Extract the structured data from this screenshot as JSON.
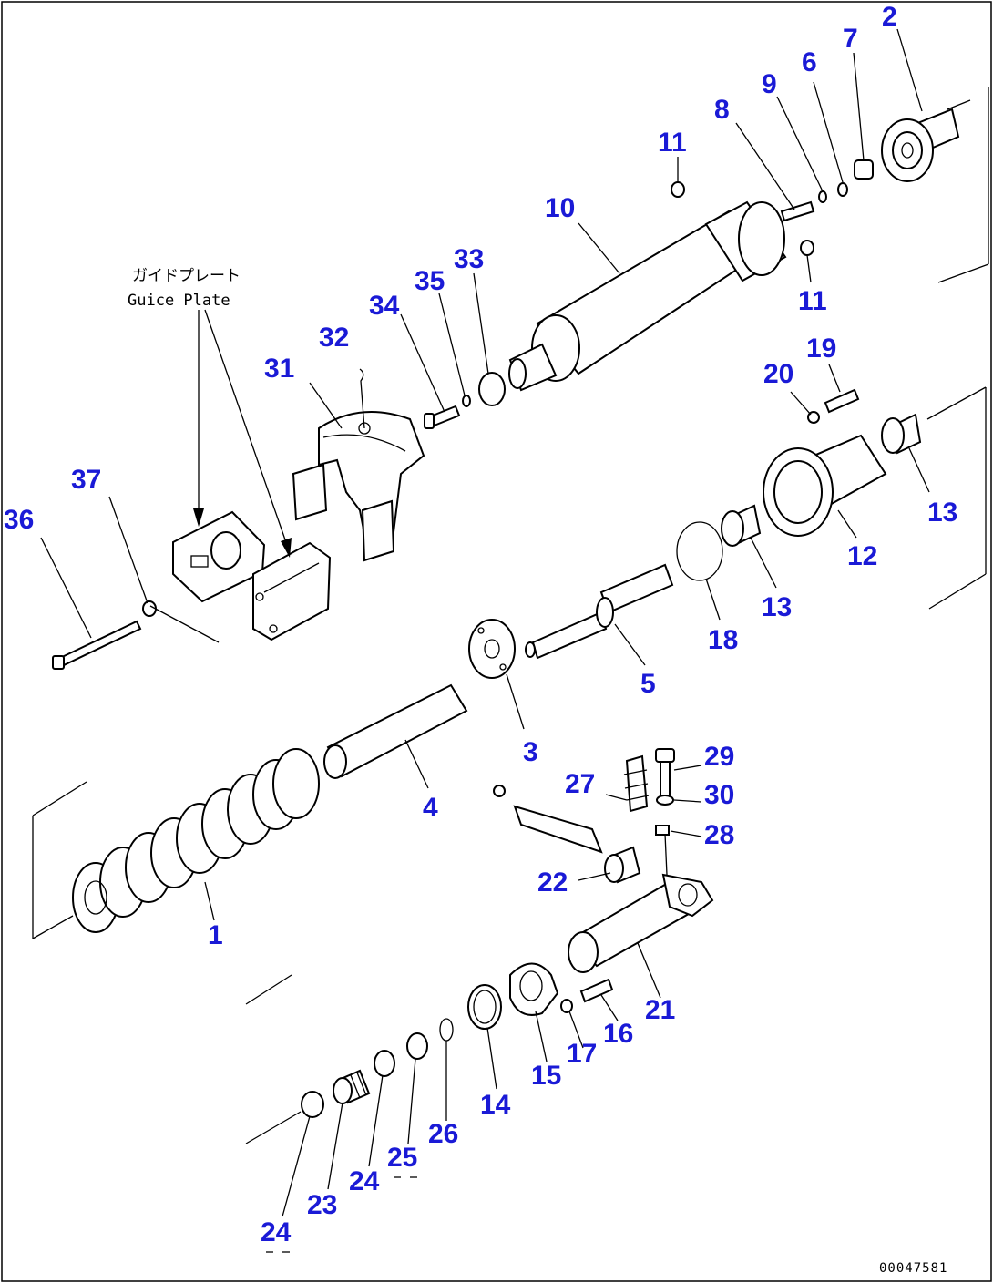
{
  "diagram": {
    "guide_plate_label_jp": "ガイドプレート",
    "guide_plate_label_en": "Guice Plate",
    "doc_number": "00047581",
    "callouts": [
      {
        "id": "c2",
        "text": "2"
      },
      {
        "id": "c7",
        "text": "7"
      },
      {
        "id": "c6",
        "text": "6"
      },
      {
        "id": "c9",
        "text": "9"
      },
      {
        "id": "c8",
        "text": "8"
      },
      {
        "id": "c11a",
        "text": "11"
      },
      {
        "id": "c10",
        "text": "10"
      },
      {
        "id": "c11b",
        "text": "11"
      },
      {
        "id": "c33",
        "text": "33"
      },
      {
        "id": "c35",
        "text": "35"
      },
      {
        "id": "c34",
        "text": "34"
      },
      {
        "id": "c32",
        "text": "32"
      },
      {
        "id": "c31",
        "text": "31"
      },
      {
        "id": "c19",
        "text": "19"
      },
      {
        "id": "c20",
        "text": "20"
      },
      {
        "id": "c13a",
        "text": "13"
      },
      {
        "id": "c12",
        "text": "12"
      },
      {
        "id": "c13b",
        "text": "13"
      },
      {
        "id": "c18",
        "text": "18"
      },
      {
        "id": "c37",
        "text": "37"
      },
      {
        "id": "c36",
        "text": "36"
      },
      {
        "id": "c5",
        "text": "5"
      },
      {
        "id": "c3",
        "text": "3"
      },
      {
        "id": "c29",
        "text": "29"
      },
      {
        "id": "c27",
        "text": "27"
      },
      {
        "id": "c30",
        "text": "30"
      },
      {
        "id": "c28",
        "text": "28"
      },
      {
        "id": "c4",
        "text": "4"
      },
      {
        "id": "c22",
        "text": "22"
      },
      {
        "id": "c1",
        "text": "1"
      },
      {
        "id": "c21",
        "text": "21"
      },
      {
        "id": "c16",
        "text": "16"
      },
      {
        "id": "c17",
        "text": "17"
      },
      {
        "id": "c15",
        "text": "15"
      },
      {
        "id": "c14",
        "text": "14"
      },
      {
        "id": "c26",
        "text": "26"
      },
      {
        "id": "c25",
        "text": "25"
      },
      {
        "id": "c24a",
        "text": "24"
      },
      {
        "id": "c23",
        "text": "23"
      },
      {
        "id": "c24b",
        "text": "24"
      }
    ]
  }
}
